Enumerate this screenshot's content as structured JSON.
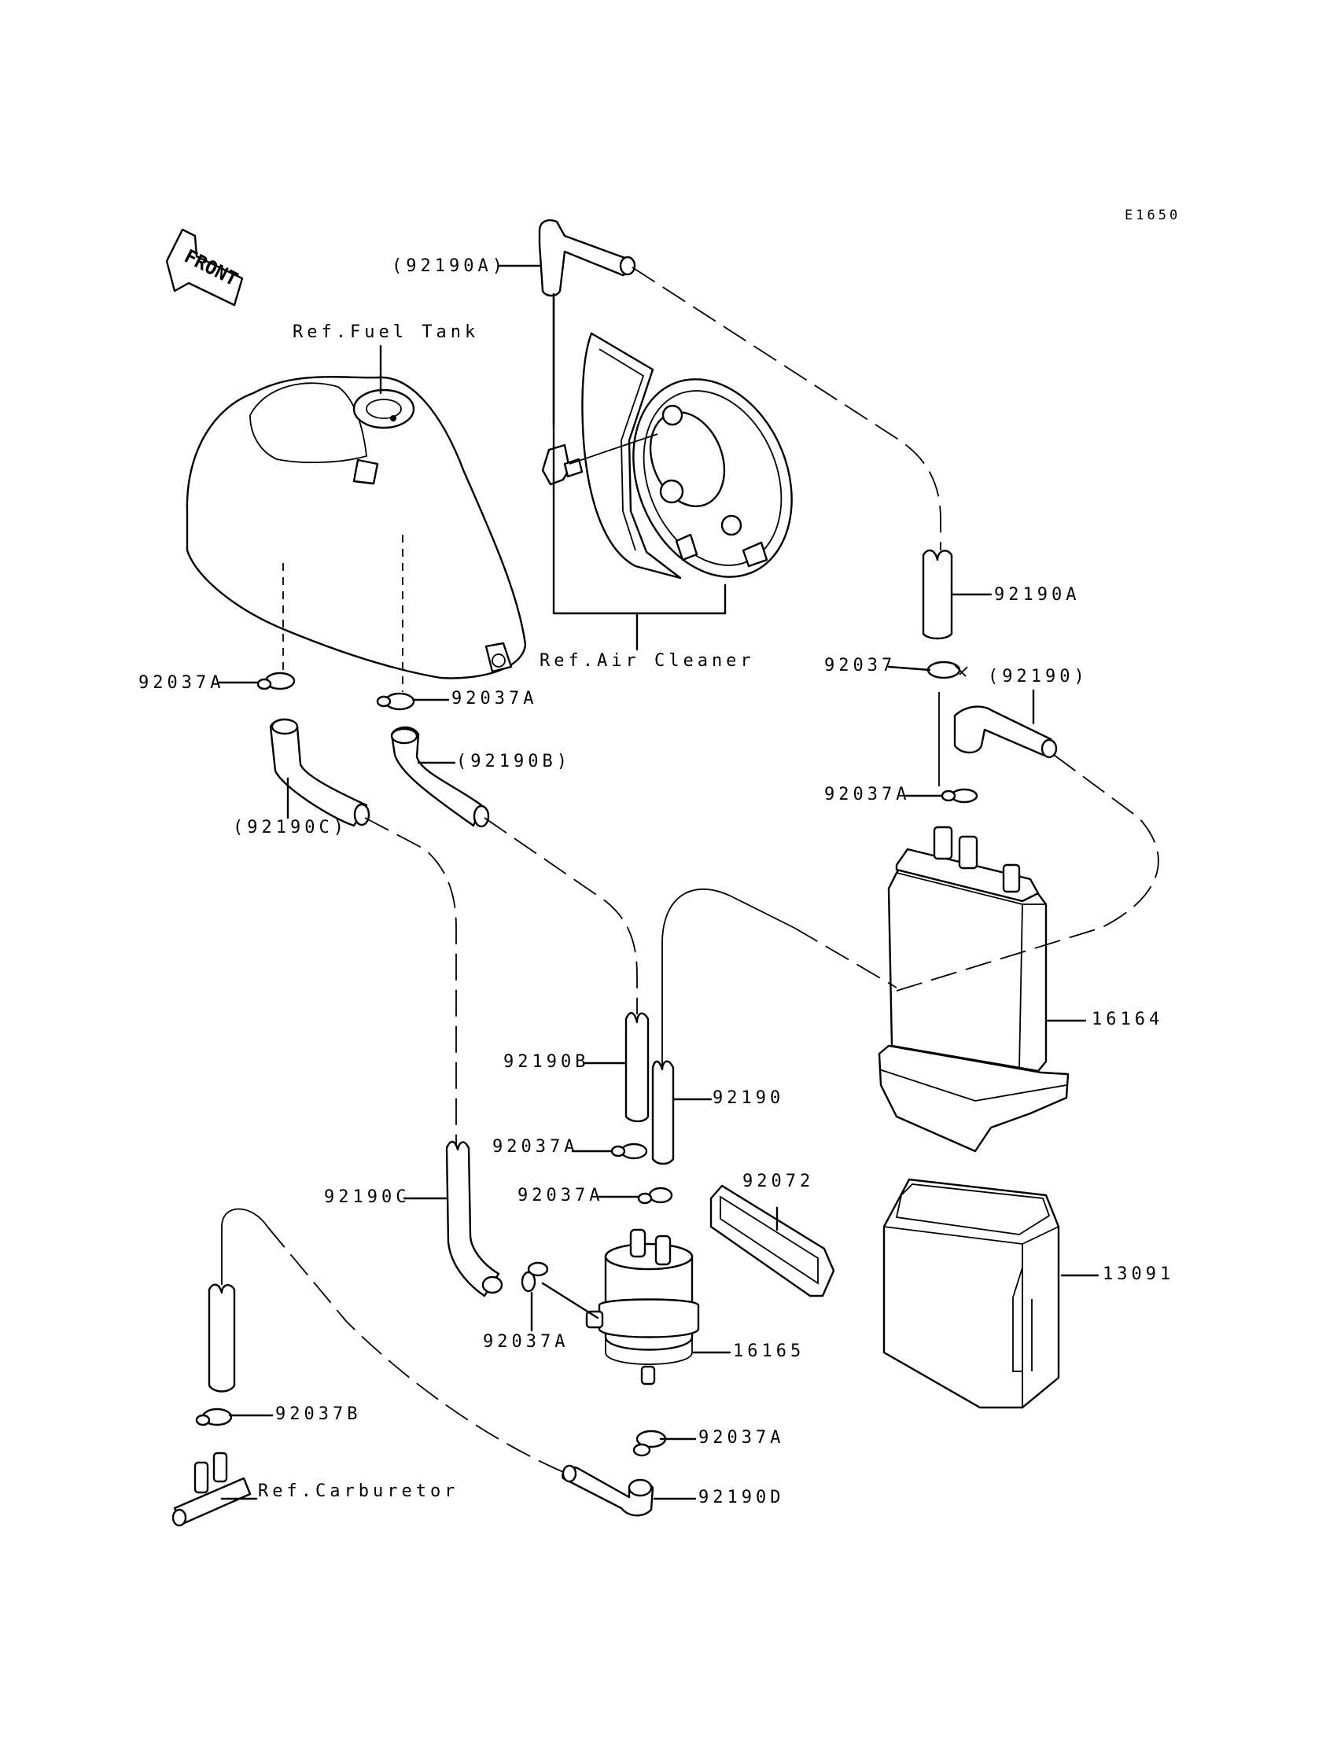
{
  "diagram": {
    "code": "E1650",
    "front_label": "FRONT",
    "refs": {
      "fuel_tank": "Ref.Fuel Tank",
      "air_cleaner": "Ref.Air Cleaner",
      "carburetor": "Ref.Carburetor"
    },
    "callouts": {
      "hose_92190A_top": "(92190A)",
      "hose_92190A_right": "92190A",
      "clamp_92037": "92037",
      "hose_92190_paren": "(92190)",
      "clamp_92037A_canister": "92037A",
      "clamp_92037A_left": "92037A",
      "clamp_92037A_mid": "92037A",
      "hose_92190B_paren": "(92190B)",
      "hose_92190C_paren": "(92190C)",
      "canister_16164": "16164",
      "hose_92190B": "92190B",
      "hose_92190": "92190",
      "clamp_92037A_a": "92037A",
      "clamp_92037A_b": "92037A",
      "bracket_92072": "92072",
      "hose_92190C": "92190C",
      "holder_13091": "13091",
      "clamp_92037A_filter": "92037A",
      "filter_16165": "16165",
      "clamp_92037B": "92037B",
      "clamp_92037A_bottom": "92037A",
      "hose_92190D": "92190D"
    }
  }
}
